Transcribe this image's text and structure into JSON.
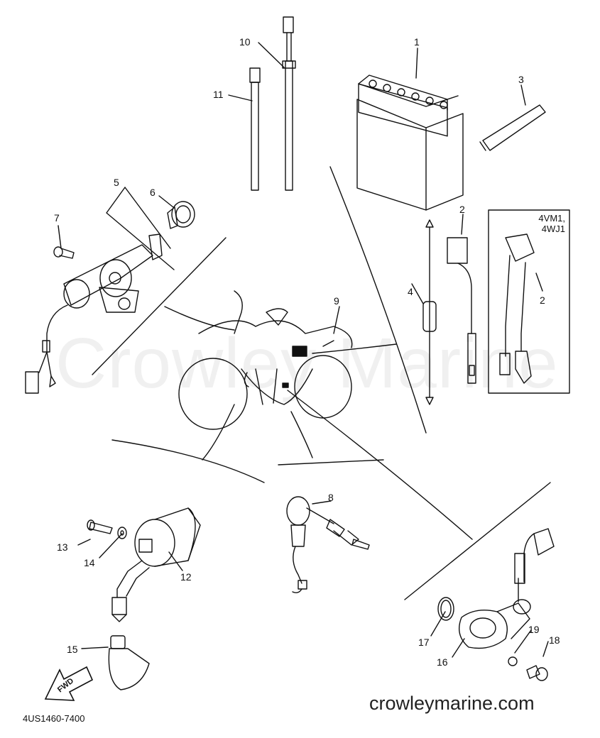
{
  "watermark": "Crowley Marine",
  "footer": {
    "site": "crowleymarine.com",
    "diagram_code": "4US1460-7400"
  },
  "direction_arrow": "FWD",
  "variant_box": {
    "line1": "4VM1,",
    "line2": "4WJ1",
    "callout": "2"
  },
  "callouts": [
    "1",
    "2",
    "3",
    "4",
    "5",
    "6",
    "7",
    "8",
    "9",
    "10",
    "11",
    "12",
    "13",
    "14",
    "15",
    "16",
    "17",
    "18",
    "19"
  ]
}
